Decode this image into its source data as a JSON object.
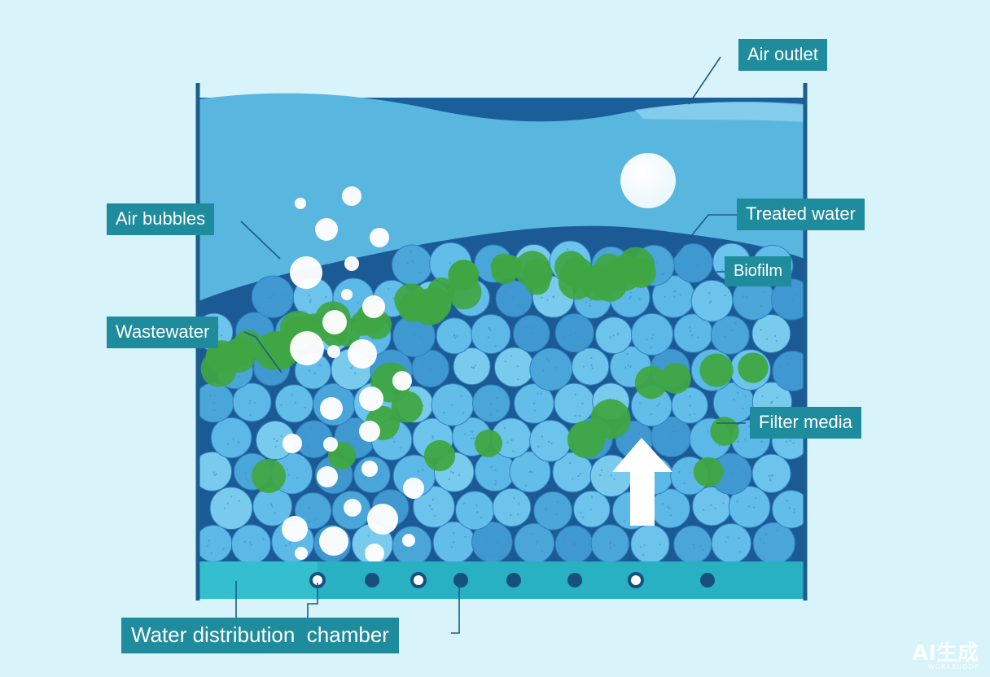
{
  "labels": {
    "air_outlet": "Air outlet",
    "treated_water": "Treated water",
    "biofilm": "Biofilm",
    "air_bubbles": "Air bubbles",
    "wastewater": "Wastewater",
    "filter_media": "Filter media",
    "water_distribution_chamber": "Water distribution  chamber"
  },
  "watermark": {
    "main": "AI生成",
    "sub": "WORKBUDDY"
  },
  "colors": {
    "background": "#d8f3f9",
    "water": "#58b6df",
    "water_deep": "#1a5f9a",
    "media_light": "#6cc3ec",
    "media_mid": "#4aa6d8",
    "biofilm": "#3fa643",
    "label_bg": "#1e8c9c",
    "chamber": "#28b0c3",
    "tank_wall": "#1b5d8c"
  },
  "icons": {
    "flow_arrow": "up-arrow-icon",
    "bubble": "air-bubble-icon",
    "nozzle": "nozzle-icon"
  }
}
